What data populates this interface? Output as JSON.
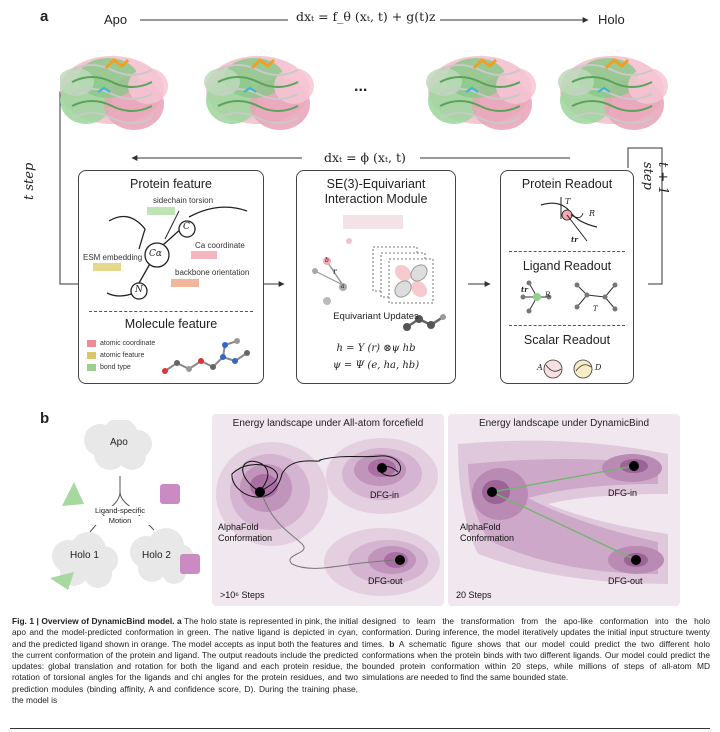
{
  "panel_a": {
    "letter": "a",
    "apo_label": "Apo",
    "holo_label": "Holo",
    "sde_equation": "dxₜ = f_θ (xₜ, t) + g(t)z",
    "ode_equation": "dxₜ = ϕ (xₜ, t)",
    "ellipsis": "...",
    "t_step": "t step",
    "t_plus_step": "t + 1 step",
    "protein_feature": {
      "title": "Protein feature",
      "sidechain": "sidechain torsion",
      "esm": "ESM embedding",
      "ca_coord": "Ca coordinate",
      "backbone": "backbone orientation",
      "c_label": "C",
      "ca_label": "Cα",
      "n_label": "N"
    },
    "molecule_feature": {
      "title": "Molecule feature",
      "legend": [
        {
          "label": "atomic coordinate",
          "color": "#f08a96"
        },
        {
          "label": "atomic feature",
          "color": "#d8c668"
        },
        {
          "label": "bond type",
          "color": "#9ccf8a"
        }
      ]
    },
    "interaction": {
      "title_line1": "SE(3)-Equivariant",
      "title_line2": "Interaction Module",
      "updates": "Equivariant Updates",
      "eq1": "h = Y (r) ⊗ψ hb",
      "eq2": "ψ = Ψ (e, ha, hb)",
      "r_label": "r",
      "a_label": "a",
      "b_label": "b"
    },
    "readouts": {
      "protein": "Protein Readout",
      "ligand": "Ligand Readout",
      "scalar": "Scalar Readout",
      "tr": "tr",
      "T": "T",
      "R": "R",
      "A": "A",
      "D": "D"
    }
  },
  "panel_b": {
    "letter": "b",
    "apo": "Apo",
    "motion_line1": "Ligand-specific",
    "motion_line2": "Motion",
    "holo1": "Holo 1",
    "holo2": "Holo 2",
    "left_title": "Energy landscape under All-atom forcefield",
    "right_title": "Energy landscape under DynamicBind",
    "dfg_in": "DFG-in",
    "dfg_out": "DFG-out",
    "alphafold1": "AlphaFold",
    "alphafold2": "Conformation",
    "left_steps": ">10⁶ Steps",
    "right_steps": "20 Steps"
  },
  "caption": {
    "fig": "Fig. 1 |",
    "title": "Overview of DynamicBind model.",
    "a_letter": "a",
    "left_text": "The holo state is represented in pink, the initial apo and the model-predicted conformation in green. The native ligand is depicted in cyan, and the predicted ligand shown in orange. The model accepts as input both the features and the current conformation of the protein and ligand. The output readouts include the predicted updates: global translation and rotation for both the ligand and each protein residue, the rotation of torsional angles for the ligands and chi angles for the protein residues, and two prediction modules (binding affinity, A and confidence score, D). During the training phase, the model is",
    "right_text_1": "designed to learn the transformation from the apo-like conformation into the holo conformation. During inference, the model iteratively updates the initial input structure twenty times.",
    "b_letter": "b",
    "right_text_2": "A schematic figure shows that our model could predict the two different holo conformations when the protein binds with two different ligands. Our model could predict the bounded protein conformation within 20 steps, while millions of steps of all-atom MD simulations are needed to find the same bounded state."
  }
}
